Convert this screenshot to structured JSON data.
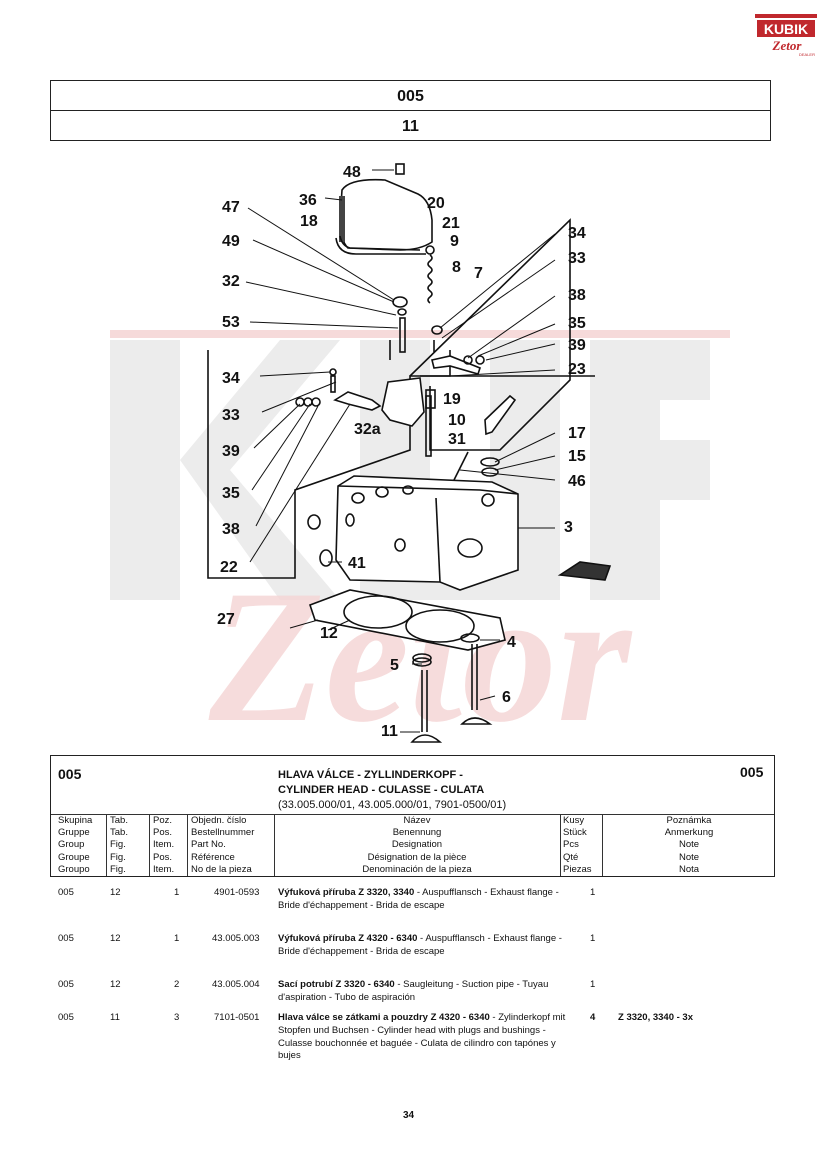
{
  "header": {
    "group": "005",
    "table": "11"
  },
  "logo": {
    "top_text": "KUBIK",
    "bottom_text": "Zetor",
    "sub_text": "DEALER"
  },
  "watermark": {
    "text": "Zetor",
    "colors": [
      "#f3c8c8",
      "#ececec"
    ]
  },
  "diagram": {
    "callouts": [
      "48",
      "36",
      "20",
      "47",
      "18",
      "21",
      "9",
      "49",
      "8",
      "7",
      "32",
      "34",
      "33",
      "38",
      "53",
      "35",
      "39",
      "23",
      "34",
      "33",
      "19",
      "32a",
      "10",
      "39",
      "31",
      "17",
      "15",
      "46",
      "35",
      "38",
      "3",
      "22",
      "41",
      "27",
      "12",
      "4",
      "5",
      "6",
      "11"
    ]
  },
  "table": {
    "group_left": "005",
    "group_right": "005",
    "title_line1": "HLAVA VÁLCE - ZYLLINDERKOPF -",
    "title_line2": "CYLINDER HEAD - CULASSE - CULATA",
    "title_line3": "(33.005.000/01, 43.005.000/01, 7901-0500/01)",
    "columns": {
      "group": [
        "Skupina",
        "Gruppe",
        "Group",
        "Groupe",
        "Groupo"
      ],
      "tab": [
        "Tab.",
        "Tab.",
        "Fig.",
        "Fig.",
        "Fig."
      ],
      "pos": [
        "Poz.",
        "Pos.",
        "Item.",
        "Pos.",
        "Item."
      ],
      "partno": [
        "Objedn. číslo",
        "Bestellnummer",
        "Part No.",
        "Référence",
        "No de la pieza"
      ],
      "name": [
        "Název",
        "Benennung",
        "Designation",
        "Désignation de la pièce",
        "Denominación de la pieza"
      ],
      "qty": [
        "Kusy",
        "Stück",
        "Pcs",
        "Qté",
        "Piezas"
      ],
      "note": [
        "Poznámka",
        "Anmerkung",
        "Note",
        "Note",
        "Nota"
      ]
    },
    "rows": [
      {
        "group": "005",
        "tab": "12",
        "pos": "1",
        "partno": "4901-0593",
        "name_bold": "Výfuková příruba Z 3320, 3340",
        "name_rest": " - Auspufflansch - Exhaust flange - Bride d'échappement - Brida de escape",
        "qty": "1",
        "note": ""
      },
      {
        "group": "005",
        "tab": "12",
        "pos": "1",
        "partno": "43.005.003",
        "name_bold": "Výfuková příruba Z 4320 - 6340",
        "name_rest": " - Auspufflansch - Exhaust flange - Bride d'échappement - Brida de escape",
        "qty": "1",
        "note": ""
      },
      {
        "group": "005",
        "tab": "12",
        "pos": "2",
        "partno": "43.005.004",
        "name_bold": "Sací potrubí Z 3320 - 6340",
        "name_rest": " - Saugleitung - Suction pipe - Tuyau d'aspiration - Tubo de aspiración",
        "qty": "1",
        "note": ""
      },
      {
        "group": "005",
        "tab": "11",
        "pos": "3",
        "partno": "7101-0501",
        "name_bold": "Hlava válce se zátkami a pouzdry Z 4320 - 6340",
        "name_rest": " - Zylinderkopf mit Stopfen und Buchsen - Cylinder head with plugs and bushings - Culasse bouchonnée et baguée - Culata de cilindro con tapónes y bujes",
        "qty": "4",
        "note": "Z 3320, 3340 - 3x"
      }
    ]
  },
  "page_number": "34"
}
